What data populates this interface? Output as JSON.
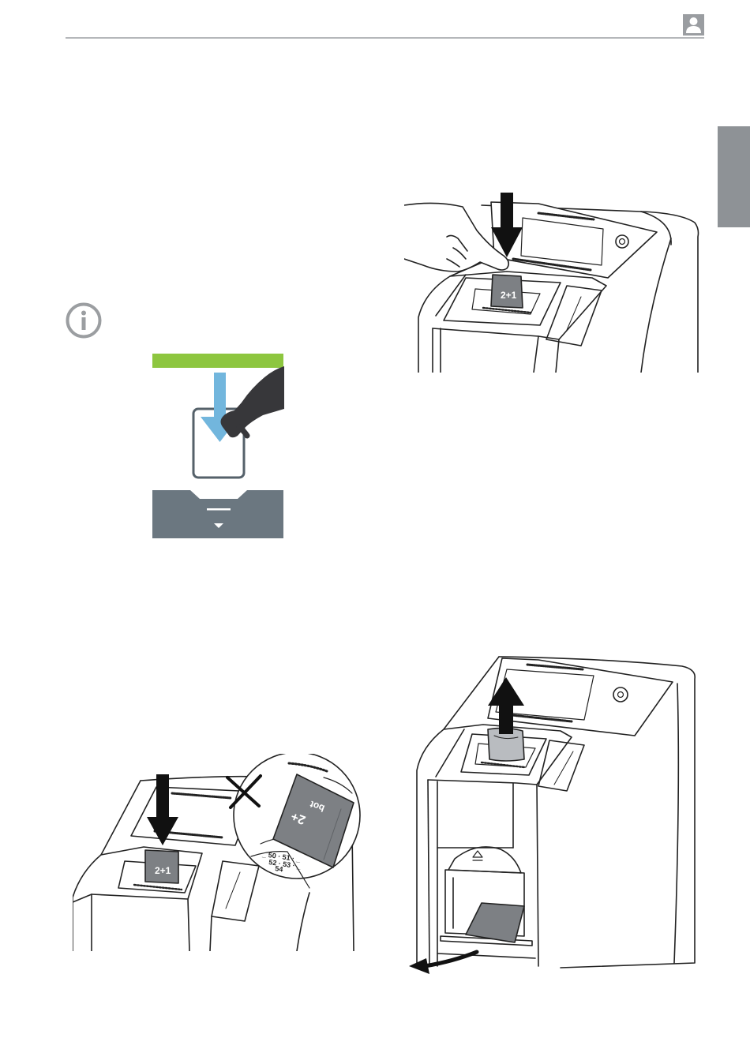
{
  "header": {
    "user_icon": "user-silhouette-icon"
  },
  "side_tab": {
    "color": "#8e9296"
  },
  "info": {
    "icon": "info-circle-icon",
    "color": "#9b9ea1"
  },
  "pictogram": {
    "bar_color": "#8dc63f",
    "arrow_color": "#72b6dd",
    "slot_color": "#6b7780",
    "hand_color": "#37373a"
  },
  "illustrations": [
    "insert-sensor-hand",
    "insert-sensor-correct-orientation",
    "eject-sensor"
  ],
  "labels": {
    "sensor_small": "2+1",
    "sensor_zoom_top": "2+",
    "sensor_zoom_mark": "bot",
    "scale_row1": "_ 50 · 51 · _",
    "scale_row2": "52 · 53 · _",
    "scale_row3": "54"
  }
}
